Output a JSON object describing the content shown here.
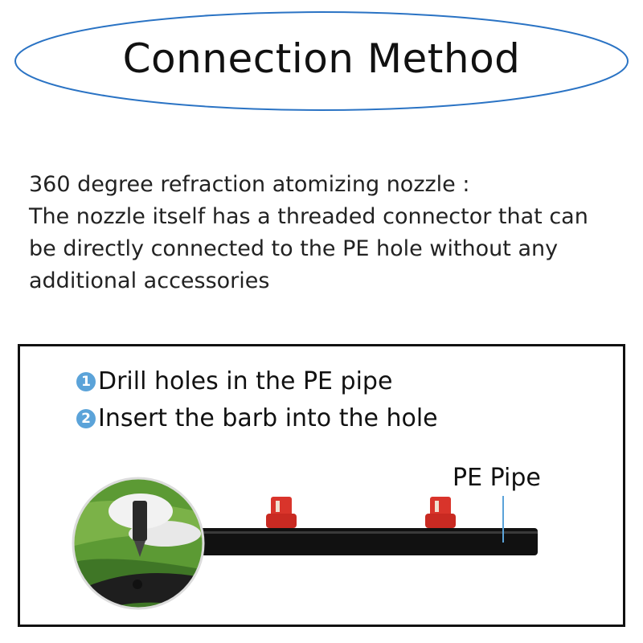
{
  "header": {
    "title": "Connection Method"
  },
  "description": {
    "lines": [
      "360 degree refraction atomizing nozzle :",
      "The nozzle itself has a threaded connector that can",
      "be directly connected to the PE hole without any",
      "additional accessories"
    ]
  },
  "panel": {
    "steps": [
      {
        "number": "1",
        "text": "Drill holes in the PE pipe"
      },
      {
        "number": "2",
        "text": "Insert the barb into the hole"
      }
    ],
    "pipe_label": "PE Pipe"
  },
  "colors": {
    "ellipse": "#2a73c4",
    "step_badge": "#5ba3d9",
    "pipe": "#111111",
    "nozzle": "#d9342b",
    "grass": "#4f8a2f"
  }
}
